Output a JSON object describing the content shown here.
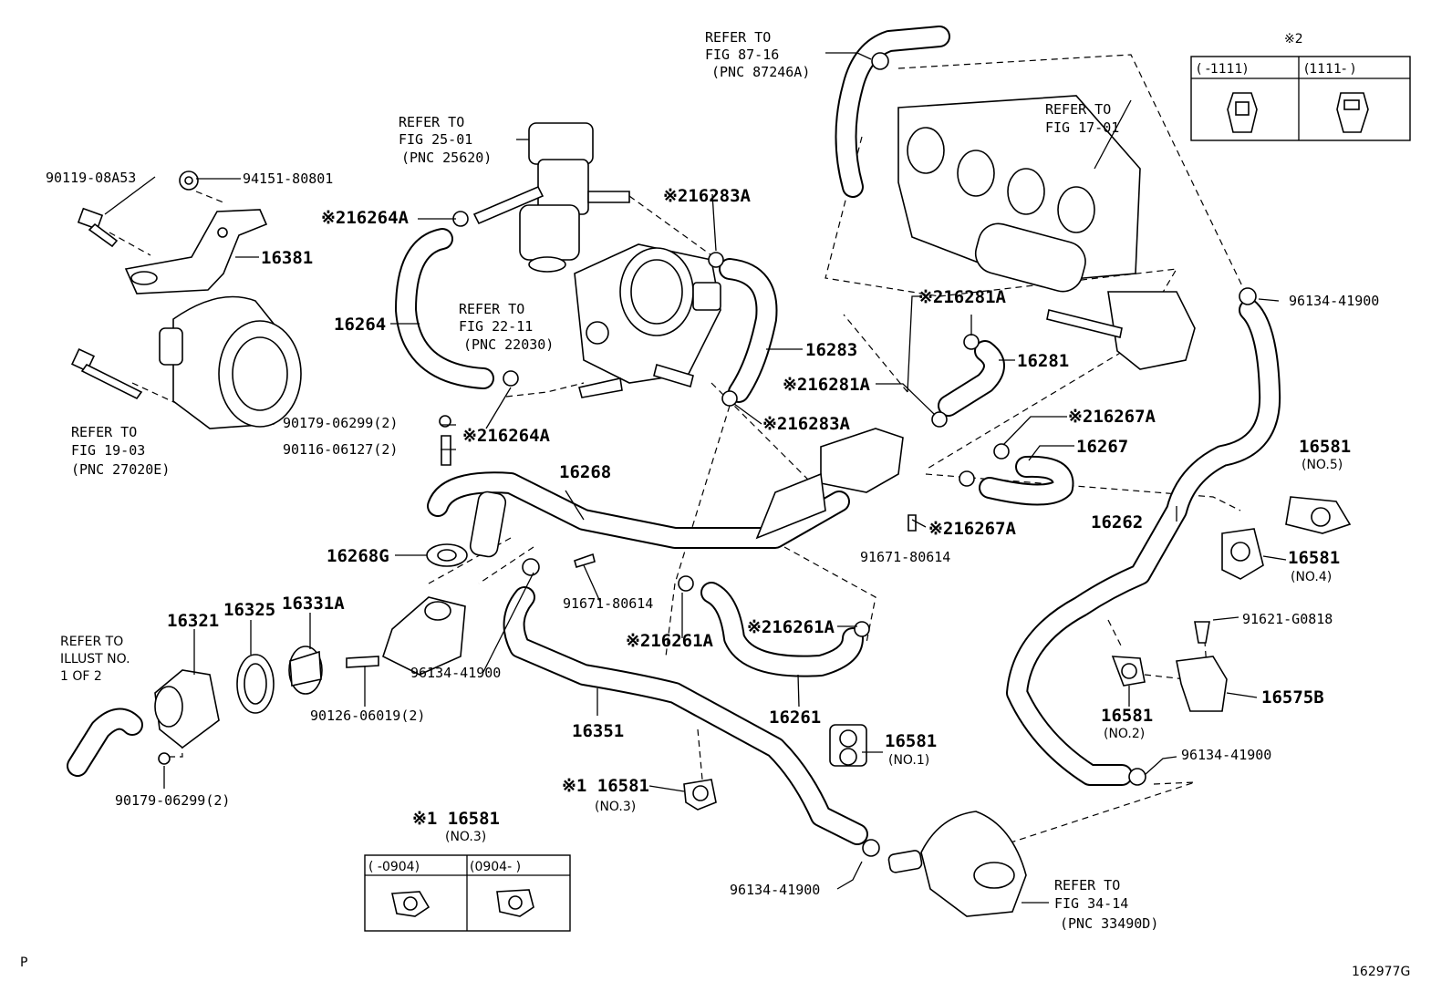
{
  "labels": {
    "refer_87_16": [
      "REFER TO",
      "FIG 87-16",
      "(PNC 87246A)"
    ],
    "refer_17_01": [
      "REFER TO",
      "FIG 17-01"
    ],
    "refer_25_01": [
      "REFER TO",
      "FIG 25-01",
      "(PNC 25620)"
    ],
    "refer_22_11": [
      "REFER TO",
      "FIG 22-11",
      "(PNC 22030)"
    ],
    "refer_19_03": [
      "REFER TO",
      "FIG 19-03",
      "(PNC 27020E)"
    ],
    "refer_34_14": [
      "REFER TO",
      "FIG 34-14",
      "(PNC 33490D)"
    ],
    "refer_illust": [
      "REFER TO",
      "ILLUST NO.",
      "1 OF 2"
    ],
    "p_90119": "90119-08A53",
    "p_94151": "94151-80801",
    "p_16381": "16381",
    "p_16264A_top": "※216264A",
    "p_16264": "16264",
    "p_16264A_bot": "※216264A",
    "p_16283A_top": "※216283A",
    "p_16283": "16283",
    "p_16283A_bot": "※216283A",
    "p_16281A_top": "※216281A",
    "p_16281": "16281",
    "p_16281A_bot": "※216281A",
    "p_16267A_top": "※216267A",
    "p_16267": "16267",
    "p_16267A_bot": "※216267A",
    "p_90179_a": "90179-06299(2)",
    "p_90116": "90116-06127(2)",
    "p_16268": "16268",
    "p_16268G": "16268G",
    "p_91671_a": "91671-80614",
    "p_91671_b": "91671-80614",
    "p_96134_a": "96134-41900",
    "p_96134_b": "96134-41900",
    "p_96134_c": "96134-41900",
    "p_96134_d": "96134-41900",
    "p_16261A_a": "※216261A",
    "p_16261A_b": "※216261A",
    "p_16261": "16261",
    "p_16321": "16321",
    "p_16325": "16325",
    "p_16331A": "16331A",
    "p_90126": "90126-06019(2)",
    "p_90179_b": "90179-06299(2)",
    "p_16351": "16351",
    "p_16581_no1": "16581",
    "p_16581_no1_sub": "(NO.1)",
    "p_16581_no3": "※1 16581",
    "p_16581_no3_sub": "(NO.3)",
    "p_16581_no2": "16581",
    "p_16581_no2_sub": "(NO.2)",
    "p_16581_no4": "16581",
    "p_16581_no4_sub": "(NO.4)",
    "p_16581_no5": "16581",
    "p_16581_no5_sub": "(NO.5)",
    "p_16262": "16262",
    "p_91621": "91621-G0818",
    "p_16575B": "16575B"
  },
  "legend_top": {
    "mark": "※2",
    "col1": "(      -1111)",
    "col2": "(1111-      )"
  },
  "legend_bottom": {
    "mark": "※1 16581",
    "sub": "(NO.3)",
    "col1": "(      -0904)",
    "col2": "(0904-      )"
  },
  "footer": {
    "page_mark": "P",
    "figure_id": "162977G"
  }
}
